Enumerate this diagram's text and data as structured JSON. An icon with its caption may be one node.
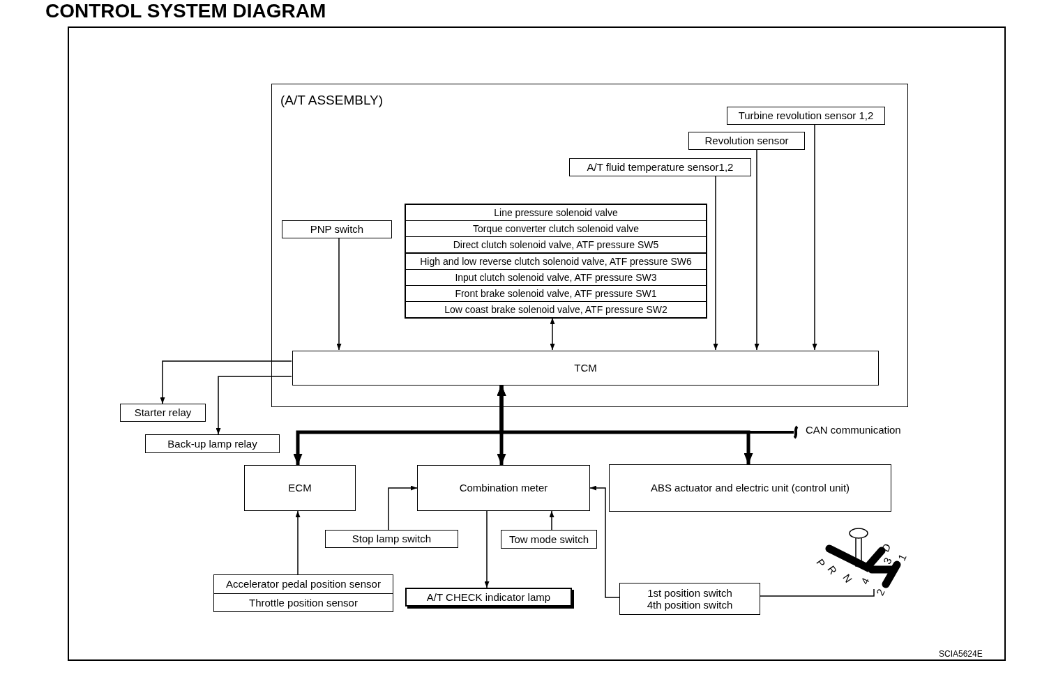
{
  "diagram": {
    "title": "CONTROL SYSTEM DIAGRAM",
    "nodes": [
      {
        "text": [
          "(A/T ASSEMBLY)"
        ]
      },
      {
        "text": [
          "Turbine revolution sensor 1,2"
        ],
        "in": 0
      },
      {
        "text": [
          "Revolution sensor"
        ],
        "in": 0
      },
      {
        "text": [
          "A/T fluid temperature sensor1,2"
        ],
        "in": 0
      },
      {
        "text": [
          "PNP switch"
        ],
        "in": 0
      },
      {
        "text": [
          "Line pressure solenoid valve",
          "Torque converter clutch solenoid valve",
          "Direct clutch solenoid valve, ATF pressure SW5",
          "High and low reverse clutch solenoid valve, ATF pressure SW6",
          "Input clutch solenoid valve, ATF pressure SW3",
          "Front brake solenoid valve, ATF pressure SW1",
          "Low coast brake solenoid valve, ATF pressure SW2"
        ],
        "in": 0
      },
      {
        "text": [
          "TCM"
        ],
        "in": 0
      },
      {
        "text": [
          "Starter relay"
        ]
      },
      {
        "text": [
          "Back-up lamp relay"
        ]
      },
      {
        "text": [
          "ECM"
        ]
      },
      {
        "text": [
          "Combination meter"
        ]
      },
      {
        "text": [
          "ABS actuator and electric unit (control unit)"
        ]
      },
      {
        "text": [
          "Stop lamp switch"
        ]
      },
      {
        "text": [
          "Tow mode switch"
        ]
      },
      {
        "text": [
          "Accelerator pedal position sensor",
          "Throttle position sensor"
        ]
      },
      {
        "text": [
          "A/T CHECK indicator lamp"
        ]
      },
      {
        "text": [
          "1st position switch",
          "4th position switch"
        ]
      },
      {
        "text": [],
        "shape": "picture"
      }
    ],
    "edges": [
      {
        "from": 4,
        "to": 6,
        "arrow": "to"
      },
      {
        "from": 5,
        "to": 6,
        "arrow": "both"
      },
      {
        "from": 3,
        "to": 6,
        "arrow": "to"
      },
      {
        "from": 2,
        "to": 6,
        "arrow": "to"
      },
      {
        "from": 1,
        "to": 6,
        "arrow": "to"
      },
      {
        "from": 6,
        "to": 7,
        "arrow": "to"
      },
      {
        "from": 6,
        "to": 8,
        "arrow": "to"
      },
      {
        "from": 6,
        "to": 9,
        "arrow": "both",
        "style": "thick"
      },
      {
        "from": 6,
        "to": 10,
        "arrow": "both",
        "style": "thick"
      },
      {
        "from": 6,
        "to": 11,
        "arrow": "both",
        "style": "thick"
      },
      {
        "from": 12,
        "to": 10,
        "arrow": "to"
      },
      {
        "from": 13,
        "to": 10,
        "arrow": "to"
      },
      {
        "from": 14,
        "to": 9,
        "arrow": "to"
      },
      {
        "from": 10,
        "to": 15,
        "arrow": "to"
      },
      {
        "from": 17,
        "to": 16,
        "arrow": "none"
      },
      {
        "from": 16,
        "to": 10,
        "arrow": "to"
      }
    ],
    "labels": [
      "CAN communication",
      "P",
      "R",
      "N",
      "4",
      "D",
      "3",
      "1",
      "2",
      "SCIA5624E"
    ]
  }
}
